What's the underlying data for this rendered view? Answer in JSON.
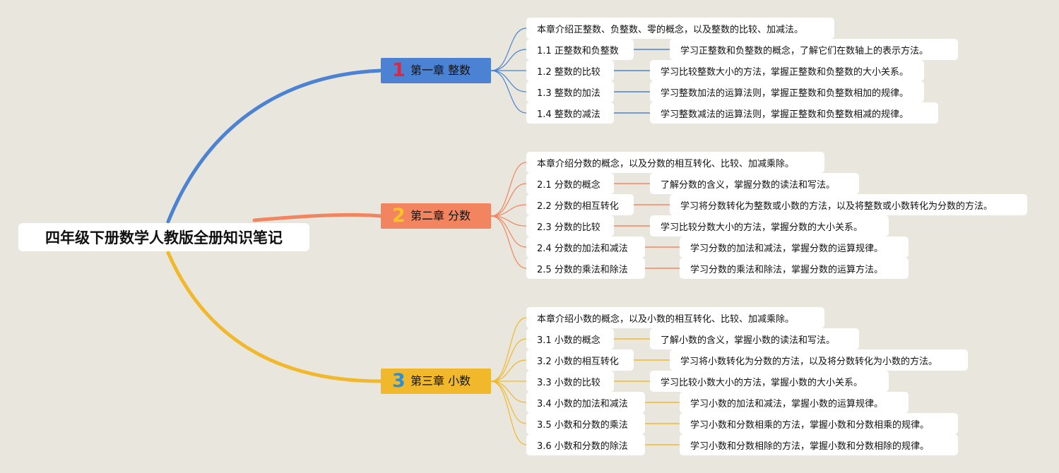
{
  "root": {
    "title": "四年级下册数学人教版全册知识笔记"
  },
  "chapters": [
    {
      "number": "1",
      "title": "第一章  整数",
      "color": "#4b82d4",
      "number_color": "#e0263d",
      "intro": "本章介绍正整数、负整数、零的概念，以及整数的比较、加减法。",
      "sections": [
        {
          "label": "1.1  正整数和负整数",
          "desc": "学习正整数和负整数的概念，了解它们在数轴上的表示方法。"
        },
        {
          "label": "1.2  整数的比较",
          "desc": "学习比较整数大小的方法，掌握正整数和负整数的大小关系。"
        },
        {
          "label": "1.3  整数的加法",
          "desc": "学习整数加法的运算法则，掌握正整数和负整数相加的规律。"
        },
        {
          "label": "1.4  整数的减法",
          "desc": "学习整数减法的运算法则，掌握正整数和负整数相减的规律。"
        }
      ]
    },
    {
      "number": "2",
      "title": "第二章  分数",
      "color": "#f2855f",
      "number_color": "#f5c22a",
      "intro": "本章介绍分数的概念，以及分数的相互转化、比较、加减乘除。",
      "sections": [
        {
          "label": "2.1  分数的概念",
          "desc": "了解分数的含义，掌握分数的读法和写法。"
        },
        {
          "label": "2.2  分数的相互转化",
          "desc": "学习将分数转化为整数或小数的方法，以及将整数或小数转化为分数的方法。"
        },
        {
          "label": "2.3  分数的比较",
          "desc": "学习比较分数大小的方法，掌握分数的大小关系。"
        },
        {
          "label": "2.4  分数的加法和减法",
          "desc": "学习分数的加法和减法，掌握分数的运算规律。"
        },
        {
          "label": "2.5  分数的乘法和除法",
          "desc": "学习分数的乘法和除法，掌握分数的运算方法。"
        }
      ]
    },
    {
      "number": "3",
      "title": "第三章  小数",
      "color": "#f2b82b",
      "number_color": "#2e8fd6",
      "intro": "本章介绍小数的概念，以及小数的相互转化、比较、加减乘除。",
      "sections": [
        {
          "label": "3.1  小数的概念",
          "desc": "了解小数的含义，掌握小数的读法和写法。"
        },
        {
          "label": "3.2  小数的相互转化",
          "desc": "学习将小数转化为分数的方法，以及将分数转化为小数的方法。"
        },
        {
          "label": "3.3  小数的比较",
          "desc": "学习比较小数大小的方法，掌握小数的大小关系。"
        },
        {
          "label": "3.4  小数的加法和减法",
          "desc": "学习小数的加法和减法，掌握小数的运算规律。"
        },
        {
          "label": "3.5  小数和分数的乘法",
          "desc": "学习小数和分数相乘的方法，掌握小数和分数相乘的规律。"
        },
        {
          "label": "3.6  小数和分数的除法",
          "desc": "学习小数和分数相除的方法，掌握小数和分数相除的规律。"
        }
      ]
    }
  ]
}
